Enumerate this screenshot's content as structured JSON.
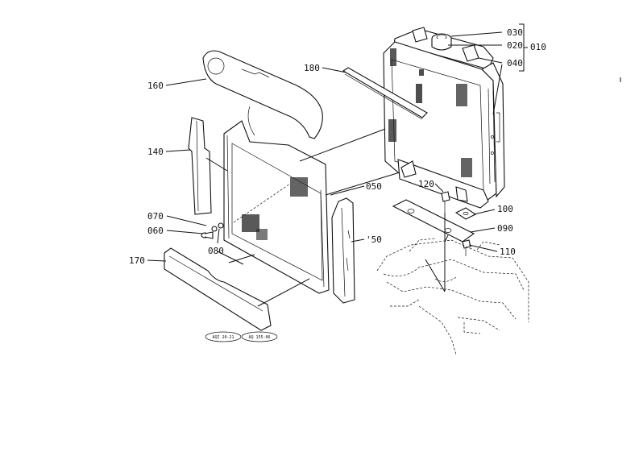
{
  "callouts": {
    "c010": "010",
    "c020": "020",
    "c030": "030",
    "c040": "040",
    "c050": "050",
    "c060": "060",
    "c070": "070",
    "c080": "080",
    "c090": "090",
    "c100": "100",
    "c110": "110",
    "c120": "120",
    "c140": "140",
    "c150": "'50",
    "c160": "160",
    "c170": "170",
    "c180": "180"
  },
  "stamps": {
    "left": "AQI 20-21",
    "right": "AQ 155-06"
  }
}
